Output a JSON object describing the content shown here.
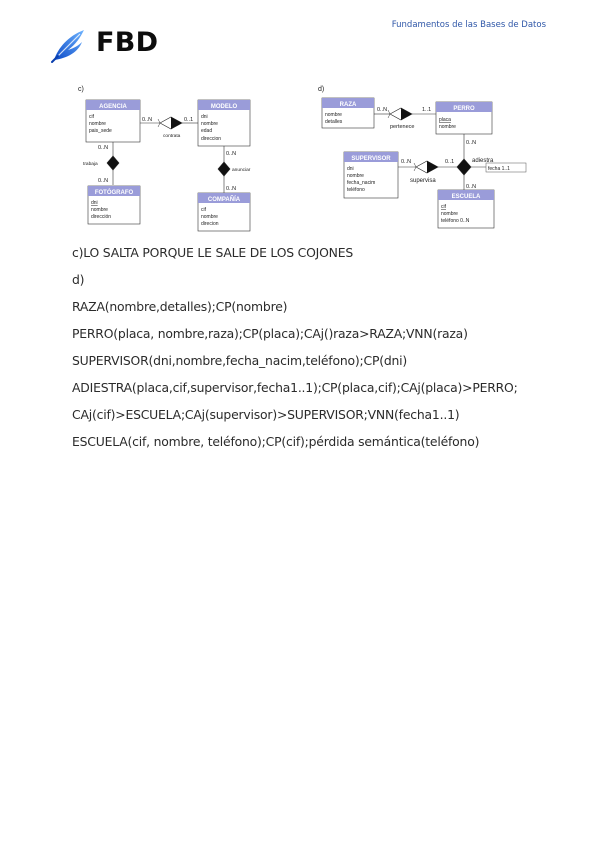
{
  "header": {
    "course_title": "Fundamentos de las Bases de Datos",
    "logo_text": "FBD"
  },
  "diagram_c": {
    "label": "c)",
    "entities": {
      "agencia": {
        "name": "AGENCIA",
        "attrs": [
          "cif",
          "nombre",
          "pais_sede"
        ]
      },
      "modelo": {
        "name": "MODELO",
        "attrs": [
          "dni",
          "nombre",
          "edad",
          "direccion"
        ]
      },
      "fotografo": {
        "name": "FOTÓGRAFO",
        "attrs": [
          "dni",
          "nombre",
          "dirección"
        ]
      },
      "compania": {
        "name": "COMPAÑÍA",
        "attrs": [
          "cif",
          "nombre",
          "direcion"
        ]
      }
    },
    "relations": {
      "contrata": "contrata",
      "trabaja": "trabaja",
      "anunciar": "anunciar"
    },
    "cardinalities": {
      "agencia_contrata": "0..N",
      "contrata_modelo": "0..1",
      "agencia_trabaja": "0..N",
      "trabaja_fotografo": "0..N",
      "modelo_anunciar": "0..N",
      "anunciar_compania": "0..N"
    }
  },
  "diagram_d": {
    "label": "d)",
    "entities": {
      "raza": {
        "name": "RAZA",
        "attrs": [
          "nombre",
          "detalles"
        ]
      },
      "perro": {
        "name": "PERRO",
        "attrs": [
          "placa",
          "nombre"
        ]
      },
      "supervisor": {
        "name": "SUPERVISOR",
        "attrs": [
          "dni",
          "nombre",
          "fecha_nacim",
          "teléfono"
        ]
      },
      "escuela": {
        "name": "ESCUELA",
        "attrs": [
          "cif",
          "nombre",
          "teléfono 0..N"
        ]
      }
    },
    "relations": {
      "pertenece": "pertenece",
      "adiestra": "adiestra",
      "supervisa": "supervisa"
    },
    "relation_attr": "fecha 1..1",
    "cardinalities": {
      "raza_pertenece": "0..N",
      "pertenece_perro": "1..1",
      "perro_adiestra": "0..N",
      "supervisor_supervisa": "0..N",
      "supervisa_adiestra": "0..1",
      "adiestra_escuela": "0..N"
    }
  },
  "answer_lines": [
    "c)LO SALTA PORQUE LE SALE DE LOS COJONES",
    "d)",
    "RAZA(nombre,detalles);CP(nombre)",
    "PERRO(placa, nombre,raza);CP(placa);CAj()raza>RAZA;VNN(raza)",
    "SUPERVISOR(dni,nombre,fecha_nacim,teléfono);CP(dni)",
    "ADIESTRA(placa,cif,supervisor,fecha1..1);CP(placa,cif);CAj(placa)>PERRO;",
    "CAj(cif)>ESCUELA;CAj(supervisor)>SUPERVISOR;VNN(fecha1..1)",
    "ESCUELA(cif, nombre, teléfono);CP(cif);pérdida semántica(teléfono)"
  ],
  "colors": {
    "entity_header": "#9a9cd9",
    "header_text": "#2f57a8",
    "logo_blue": "#1e6fe0"
  }
}
